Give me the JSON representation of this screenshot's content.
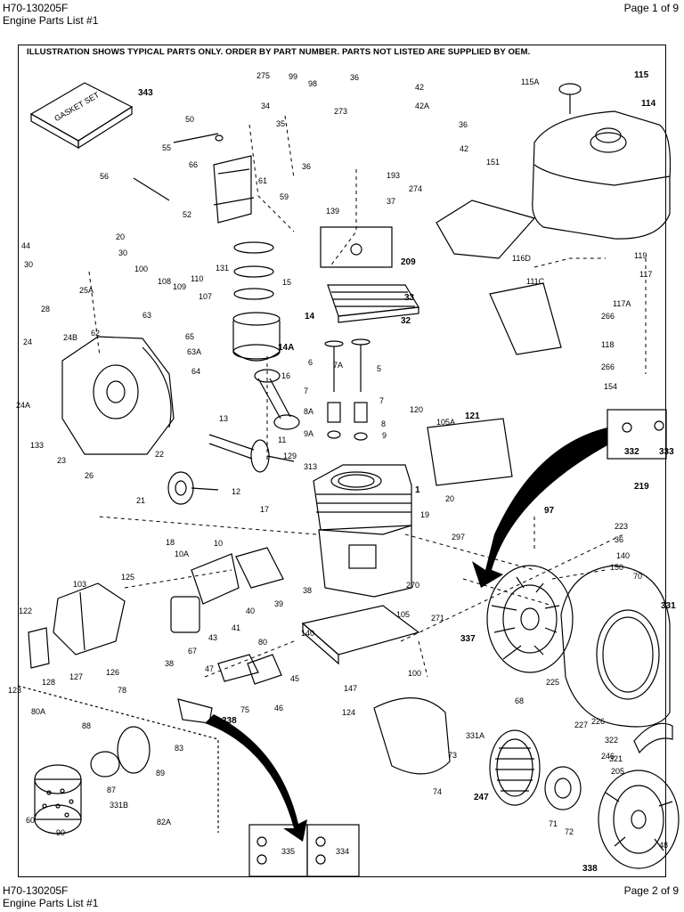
{
  "header": {
    "doc_id": "H70-130205F",
    "doc_title": "Engine Parts List #1",
    "page": "Page 1 of 9"
  },
  "footer": {
    "doc_id": "H70-130205F",
    "doc_title": "Engine Parts List #1",
    "page": "Page 2 of 9"
  },
  "banner": "ILLUSTRATION SHOWS TYPICAL PARTS ONLY. ORDER BY PART NUMBER. PARTS NOT LISTED ARE SUPPLIED BY OEM.",
  "gasket_set_label": "GASKET SET",
  "part_numbers": [
    "343",
    "50",
    "55",
    "66",
    "56",
    "52",
    "61",
    "275",
    "99",
    "98",
    "34",
    "35",
    "36",
    "59",
    "139",
    "36",
    "42",
    "42A",
    "273",
    "36",
    "42",
    "193",
    "274",
    "37",
    "151",
    "115A",
    "115",
    "114",
    "116D",
    "209",
    "44",
    "30",
    "20",
    "30",
    "25A",
    "100",
    "108",
    "109",
    "110",
    "107",
    "63",
    "131",
    "15",
    "14",
    "14A",
    "16",
    "33",
    "32",
    "111C",
    "119",
    "117",
    "117A",
    "266",
    "118",
    "266",
    "154",
    "28",
    "24B",
    "62",
    "24",
    "65",
    "63A",
    "64",
    "24A",
    "133",
    "23",
    "26",
    "22",
    "13",
    "11",
    "129",
    "313",
    "6",
    "7A",
    "5",
    "7",
    "7",
    "8A",
    "8",
    "9A",
    "9",
    "120",
    "105A",
    "121",
    "332",
    "333",
    "219",
    "21",
    "12",
    "17",
    "18",
    "10",
    "10A",
    "1",
    "19",
    "20",
    "297",
    "97",
    "223",
    "36",
    "140",
    "150",
    "70",
    "331",
    "125",
    "103",
    "122",
    "38",
    "39",
    "40",
    "41",
    "43",
    "67",
    "38",
    "270",
    "271",
    "337",
    "105",
    "140",
    "100",
    "123",
    "126",
    "128",
    "127",
    "47",
    "46",
    "80",
    "45",
    "75",
    "78",
    "80A",
    "338",
    "83",
    "88",
    "89",
    "87",
    "90",
    "82A",
    "60",
    "331B",
    "147",
    "124",
    "225",
    "68",
    "227",
    "226",
    "331A",
    "73",
    "74",
    "247",
    "246",
    "205",
    "322",
    "321",
    "71",
    "72",
    "48",
    "338",
    "335",
    "334"
  ]
}
